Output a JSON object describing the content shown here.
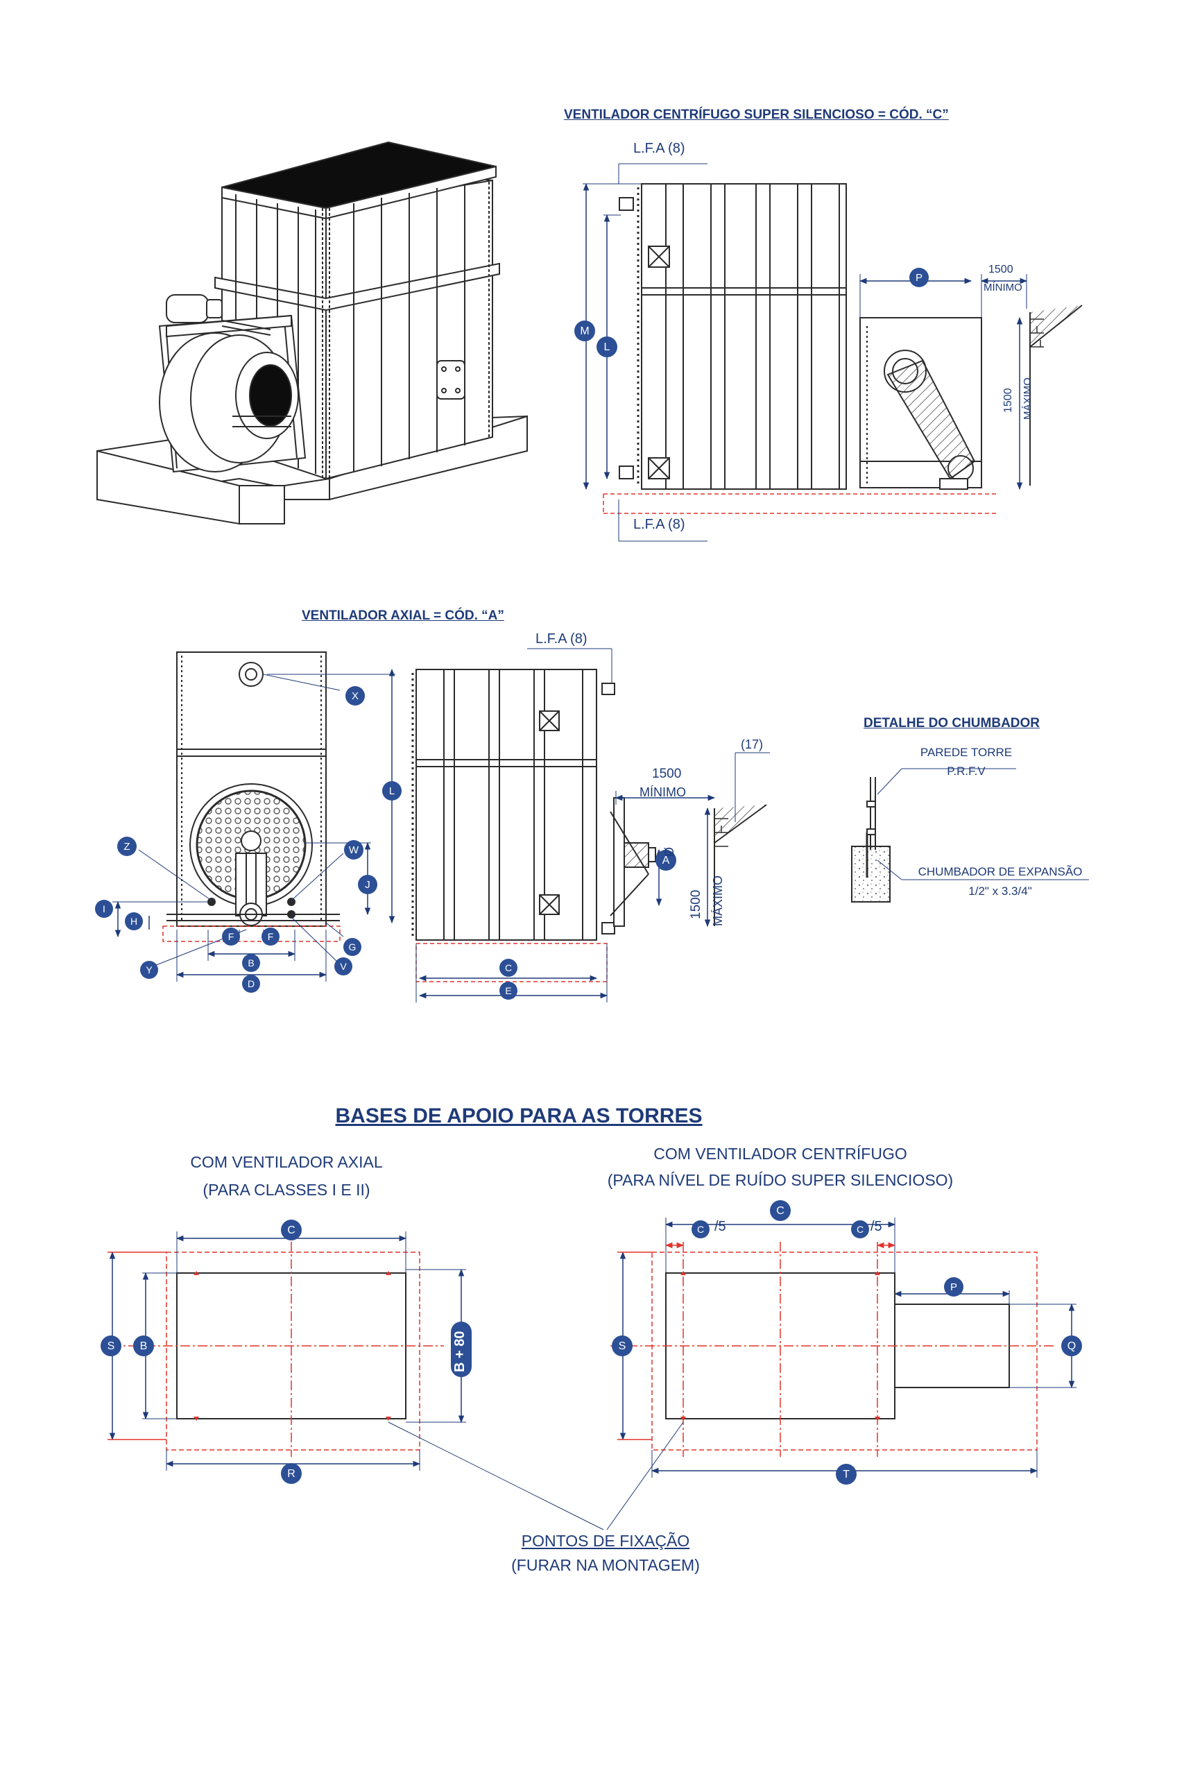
{
  "colors": {
    "ink": "#2b2b2b",
    "dim_blue": "#1e3a78",
    "badge_fill": "#2c4f95",
    "red": "#e0342c"
  },
  "titles": {
    "centrifugal": "VENTILADOR CENTRÍFUGO SUPER SILENCIOSO = CÓD. “C”",
    "axial": "VENTILADOR AXIAL = CÓD. “A”",
    "anchor": "DETALHE DO CHUMBADOR",
    "bases": "BASES DE APOIO PARA AS TORRES"
  },
  "labels": {
    "lfa": "L.F.A (8)",
    "clearance_value": "1500",
    "min_word": "MÍNIMO",
    "max_word": "MÁXIMO",
    "note_17": "(17)",
    "wall_line1": "PAREDE TORRE",
    "wall_line2": "P.R.F.V",
    "bolt_line1": "CHUMBADOR DE EXPANSÃO",
    "bolt_line2": "1/2\" x 3.3/4\"",
    "axial_base_line1": "COM VENTILADOR AXIAL",
    "axial_base_line2": "(PARA CLASSES I E II)",
    "centr_base_line1": "COM VENTILADOR CENTRÍFUGO",
    "centr_base_line2": "(PARA NÍVEL DE RUÍDO SUPER SILENCIOSO)",
    "fix_line1": "PONTOS DE FIXAÇÃO",
    "fix_line2": "(FURAR NA MONTAGEM)",
    "fifth": "/5",
    "b_plus": "B + 80"
  },
  "badges": {
    "P": "P",
    "M": "M",
    "L": "L",
    "X": "X",
    "Z": "Z",
    "W": "W",
    "J": "J",
    "I": "I",
    "H": "H",
    "F": "F",
    "G": "G",
    "Y": "Y",
    "B": "B",
    "V": "V",
    "D": "D",
    "C": "C",
    "E": "E",
    "A": "A",
    "S": "S",
    "R": "R",
    "T": "T",
    "Q": "Q"
  }
}
